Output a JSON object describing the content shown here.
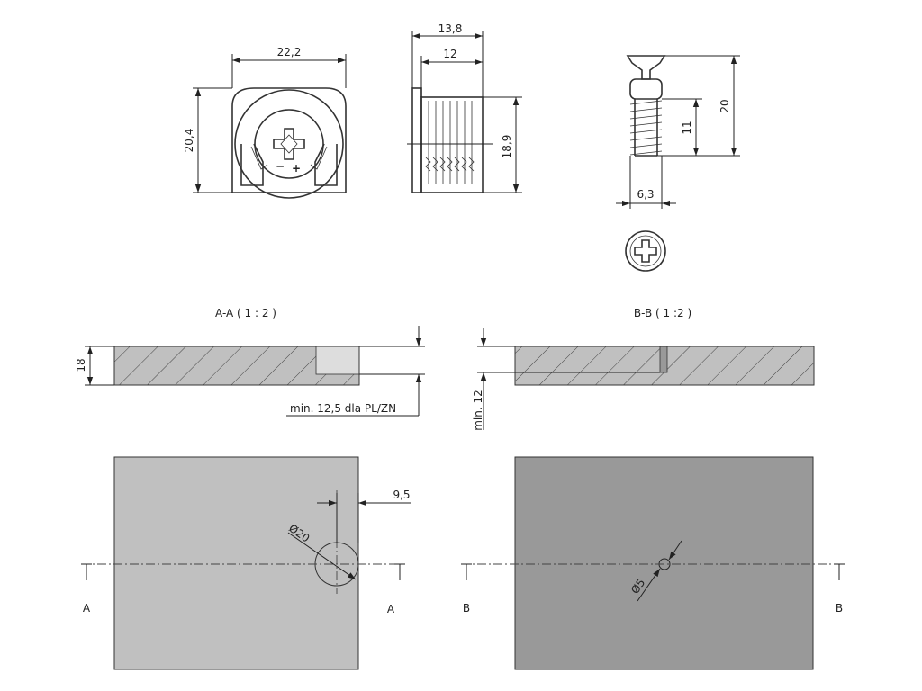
{
  "colors": {
    "background": "#ffffff",
    "line": "#222222",
    "panel_light": "#c0c0c0",
    "panel_dark": "#999999",
    "section_fill": "#c0c0c0",
    "pocket_fill": "#dddddd"
  },
  "top_views": {
    "front": {
      "width": "22,2",
      "height": "20,4",
      "symbols": {
        "minus": "−",
        "plus": "+"
      }
    },
    "side": {
      "overall": "13,8",
      "body": "12",
      "height": "18,9"
    },
    "bolt": {
      "length": "20",
      "thread": "11",
      "diameter": "6,3"
    }
  },
  "section_a": {
    "title": "A-A ( 1 : 2 )",
    "thickness": "18",
    "note": "min. 12,5 dla PL/ZN"
  },
  "section_b": {
    "title": "B-B ( 1 :2 )",
    "note": "min. 12"
  },
  "plan_a": {
    "offset": "9,5",
    "hole_diameter": "Ø20",
    "marker_left": "A",
    "marker_right": "A"
  },
  "plan_b": {
    "hole_diameter": "Ø5",
    "marker_left": "B",
    "marker_right": "B"
  }
}
